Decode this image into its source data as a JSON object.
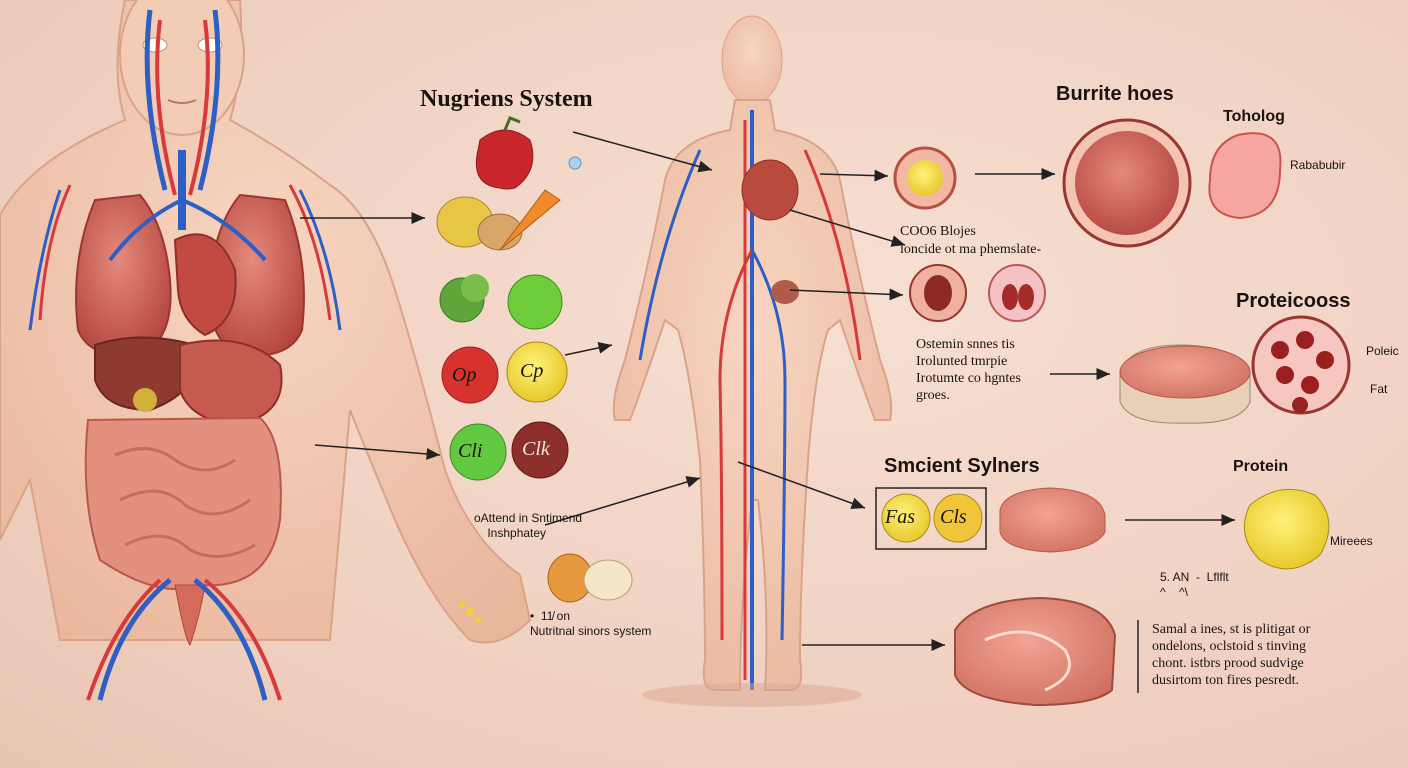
{
  "titles": {
    "nutrients_system": "Nugriens System",
    "burrite_hoes": "Burrite hoes",
    "toholog": "Toholog",
    "proteicooss": "Proteicooss",
    "smcient_sylners": "Smcient Sylners",
    "protein": "Protein"
  },
  "labels": {
    "rabarbubir": "Rababubir",
    "cooo_blocks": "COO6 Blojes",
    "loncide_line": "loncide ot ma phemslate-",
    "ostemin_block": "Ostemin snnes tis\nIrolunted tmrpie\nIrotumte co hgntes\ngroes.",
    "poleic": "Poleic",
    "fat": "Fat",
    "mireees": "Mireees",
    "san_code": "5. AN  -  Lflflt\n^    ^\\",
    "samal_block": "Samal a ines, st is plitigat or\nondelons, oclstoid s tinving\nchont. istbrs prood sudvige\ndusirtom ton fires pesredt.",
    "ofttend_block": "oAttend in Sntimend\n    Inshphatey",
    "nutrintal_block": "•  11̸ on\nNutritnal sinors system"
  },
  "badges": {
    "b1": "Op",
    "b2": "Cp",
    "b3": "Cli",
    "b4": "Clk",
    "b5": "Fas",
    "b6": "Cls"
  },
  "colors": {
    "background": "#f2d5c6",
    "artery": "#d63a3a",
    "vein": "#2d5fc4",
    "organ": "#c8554d",
    "skin": "#f4cbb4"
  }
}
